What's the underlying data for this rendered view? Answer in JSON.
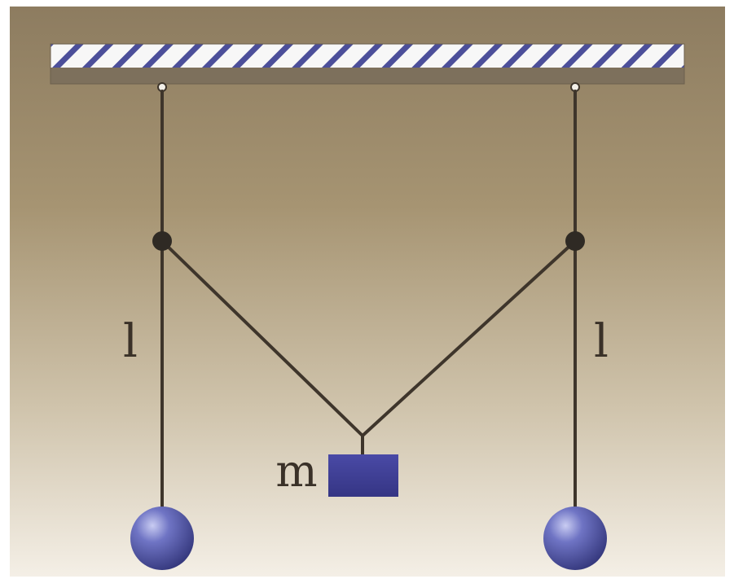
{
  "diagram": {
    "labels": {
      "left_length": "l",
      "right_length": "l",
      "mass": "m"
    },
    "colors": {
      "background_top": "#8e7d62",
      "background_bottom": "#f3eee4",
      "ceiling_stripe_light": "#f6f6f6",
      "ceiling_stripe_dark": "#4c4f9a",
      "ceiling_underside": "#7b6e5c",
      "string": "#3e352b",
      "joint": "#2f2a24",
      "block": "#3f3f95",
      "ball": "#5a5fae"
    }
  }
}
